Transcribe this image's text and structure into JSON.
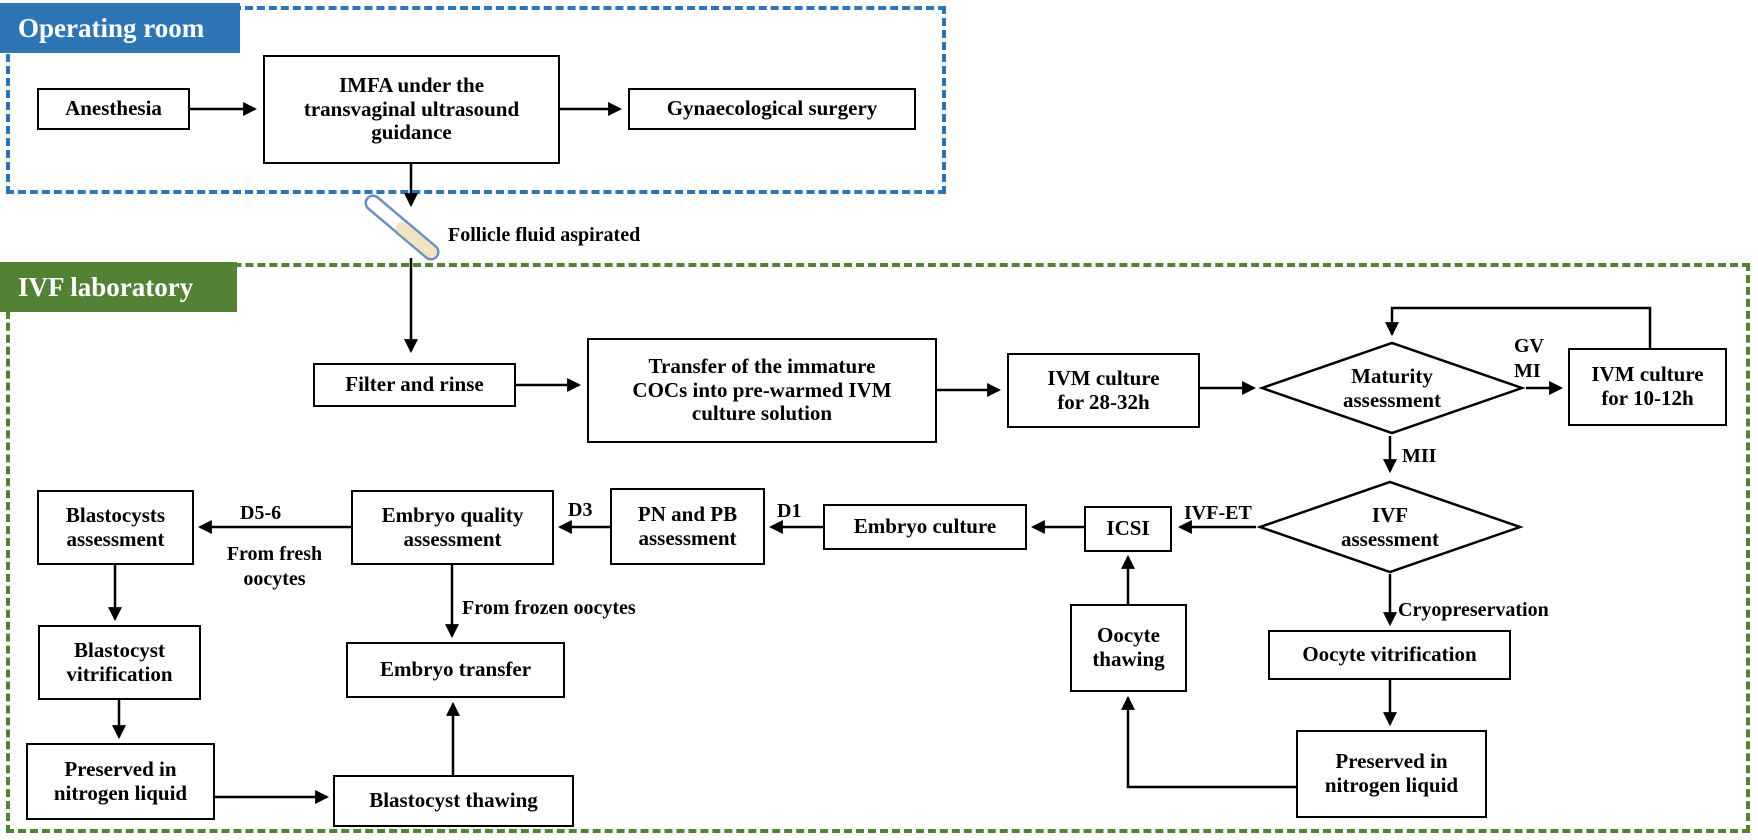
{
  "sections": {
    "operating_room": {
      "label": "Operating room",
      "accent": "#2E75B6"
    },
    "ivf_laboratory": {
      "label": "IVF laboratory",
      "accent": "#548235"
    }
  },
  "nodes": {
    "anesthesia": {
      "label": "Anesthesia"
    },
    "imfa": {
      "label": "IMFA under the\ntransvaginal ultrasound\nguidance"
    },
    "gyn_surgery": {
      "label": "Gynaecological surgery"
    },
    "filter_rinse": {
      "label": "Filter and rinse"
    },
    "transfer_cocs": {
      "label": "Transfer of the immature\nCOCs into pre-warmed IVM\nculture solution"
    },
    "ivm_28_32": {
      "label": "IVM culture\nfor 28-32h"
    },
    "ivm_10_12": {
      "label": "IVM culture\nfor 10-12h"
    },
    "maturity_assessment": {
      "label": "Maturity\nassessment"
    },
    "ivf_assessment": {
      "label": "IVF\nassessment"
    },
    "icsi": {
      "label": "ICSI"
    },
    "embryo_culture": {
      "label": "Embryo culture"
    },
    "pn_pb_assessment": {
      "label": "PN and PB\nassessment"
    },
    "embryo_quality": {
      "label": "Embryo quality\nassessment"
    },
    "blastocysts_assessment": {
      "label": "Blastocysts\nassessment"
    },
    "blastocyst_vitrification": {
      "label": "Blastocyst\nvitrification"
    },
    "preserved_left": {
      "label": "Preserved in\nnitrogen liquid"
    },
    "blastocyst_thawing": {
      "label": "Blastocyst thawing"
    },
    "embryo_transfer": {
      "label": "Embryo transfer"
    },
    "oocyte_thawing": {
      "label": "Oocyte\nthawing"
    },
    "oocyte_vitrification": {
      "label": "Oocyte vitrification"
    },
    "preserved_right": {
      "label": "Preserved in\nnitrogen liquid"
    }
  },
  "edge_labels": {
    "follicle_fluid": "Follicle fluid aspirated",
    "gv_mi": "GV\nMI",
    "mii": "MII",
    "ivf_et": "IVF-ET",
    "d1": "D1",
    "d3": "D3",
    "d5_6": "D5-6",
    "from_fresh": "From fresh\noocytes",
    "from_frozen": "From frozen oocytes",
    "cryopreservation": "Cryopreservation"
  },
  "icons": {
    "test_tube": "test-tube-icon"
  },
  "colors": {
    "operating_room_accent": "#2E75B6",
    "ivf_lab_accent": "#548235",
    "box_border": "#000000",
    "tube_outline": "#6C8EBF",
    "tube_fluid": "#F2E3C1"
  }
}
